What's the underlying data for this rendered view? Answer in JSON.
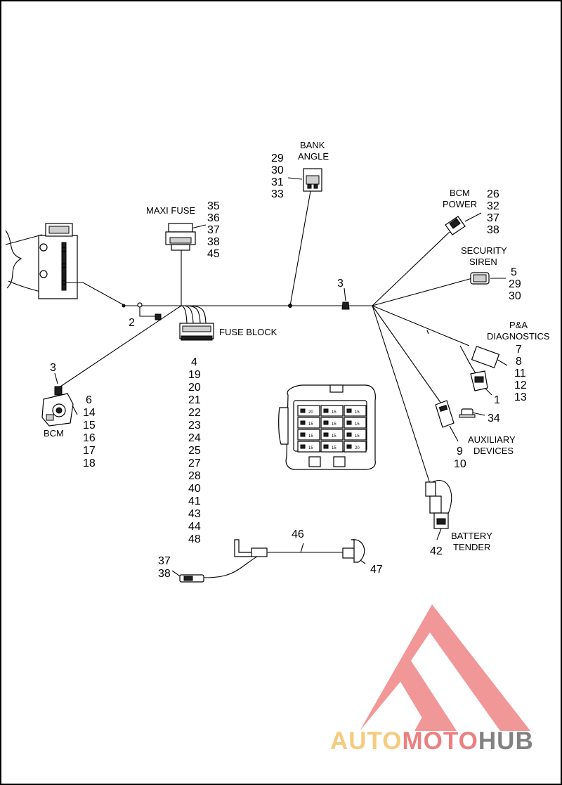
{
  "labels": {
    "maxi_fuse": "MAXI FUSE",
    "bank_angle_1": "BANK",
    "bank_angle_2": "ANGLE",
    "bcm_power_1": "BCM",
    "bcm_power_2": "POWER",
    "security_siren_1": "SECURITY",
    "security_siren_2": "SIREN",
    "pa_diag_1": "P&A",
    "pa_diag_2": "DIAGNOSTICS",
    "fuse_block": "FUSE BLOCK",
    "bcm": "BCM",
    "aux_1": "AUXILIARY",
    "aux_2": "DEVICES",
    "battery_1": "BATTERY",
    "battery_2": "TENDER"
  },
  "callouts": {
    "bank_angle": [
      "29",
      "30",
      "31",
      "33"
    ],
    "maxi_fuse": [
      "35",
      "36",
      "37",
      "38",
      "45"
    ],
    "bcm_power": [
      "26",
      "32",
      "37",
      "38"
    ],
    "security_siren": [
      "5",
      "29",
      "30"
    ],
    "trunk_clip": "3",
    "clip_left": "2",
    "pa_diag": [
      "7",
      "8",
      "11",
      "12",
      "13"
    ],
    "pa_plug": "1",
    "fuse_block": [
      "4",
      "19",
      "20",
      "21",
      "22",
      "23",
      "24",
      "25",
      "27",
      "28",
      "40",
      "41",
      "43",
      "44",
      "48"
    ],
    "bcm_clip": "3",
    "bcm": [
      "6",
      "14",
      "15",
      "16",
      "17",
      "18"
    ],
    "cap": "34",
    "aux": [
      "9",
      "10"
    ],
    "battery": "42",
    "extension": "46",
    "ext_left": [
      "37",
      "38"
    ],
    "ext_right": "47"
  },
  "fuse_cells": [
    "20",
    "15",
    "15",
    "15",
    "15",
    "15",
    "15",
    "15",
    "15",
    "15",
    "15",
    "20"
  ],
  "watermark": {
    "part1": "AUTO",
    "part2": "MOTO",
    "part3": "HUB",
    "color1": "#f5c26b",
    "color2": "#e96a6a",
    "color3": "#6c6c6c",
    "triangle_color": "#ee8585"
  }
}
